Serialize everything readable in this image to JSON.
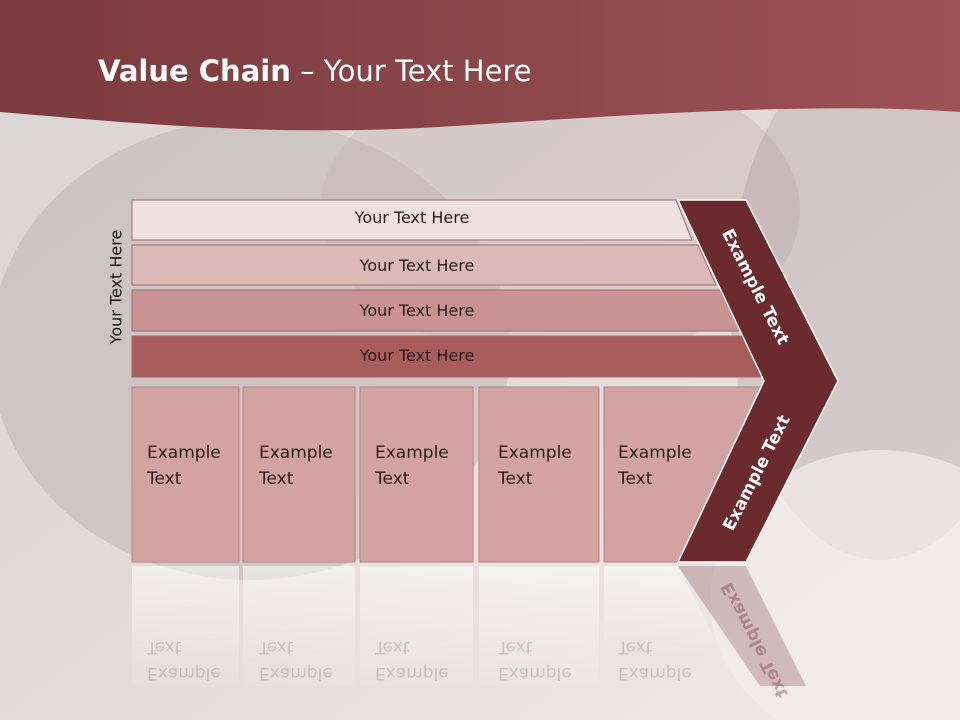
{
  "title": {
    "bold": "Value Chain",
    "rest": " – Your Text Here"
  },
  "rows": [
    {
      "label": "Your Text Here"
    },
    {
      "label": "Your Text Here"
    },
    {
      "label": "Your Text Here"
    },
    {
      "label": "Your Text Here"
    }
  ],
  "side_label": "Your Text Here",
  "boxes": [
    {
      "line1": "Example",
      "line2": "Text"
    },
    {
      "line1": "Example",
      "line2": "Text"
    },
    {
      "line1": "Example",
      "line2": "Text"
    },
    {
      "line1": "Example",
      "line2": "Text"
    },
    {
      "line1": "Example",
      "line2": "Text"
    }
  ],
  "arrow": {
    "upper_label": "Example Text",
    "lower_label": "Example Text"
  },
  "colors": {
    "banner": "#7a3a3e",
    "arrow": "#6b2a2e",
    "row1": "#efe0e1",
    "row2": "#ddb9ba",
    "row3": "#c99393",
    "row4": "#a95c5c",
    "box": "#d3a2a3"
  }
}
